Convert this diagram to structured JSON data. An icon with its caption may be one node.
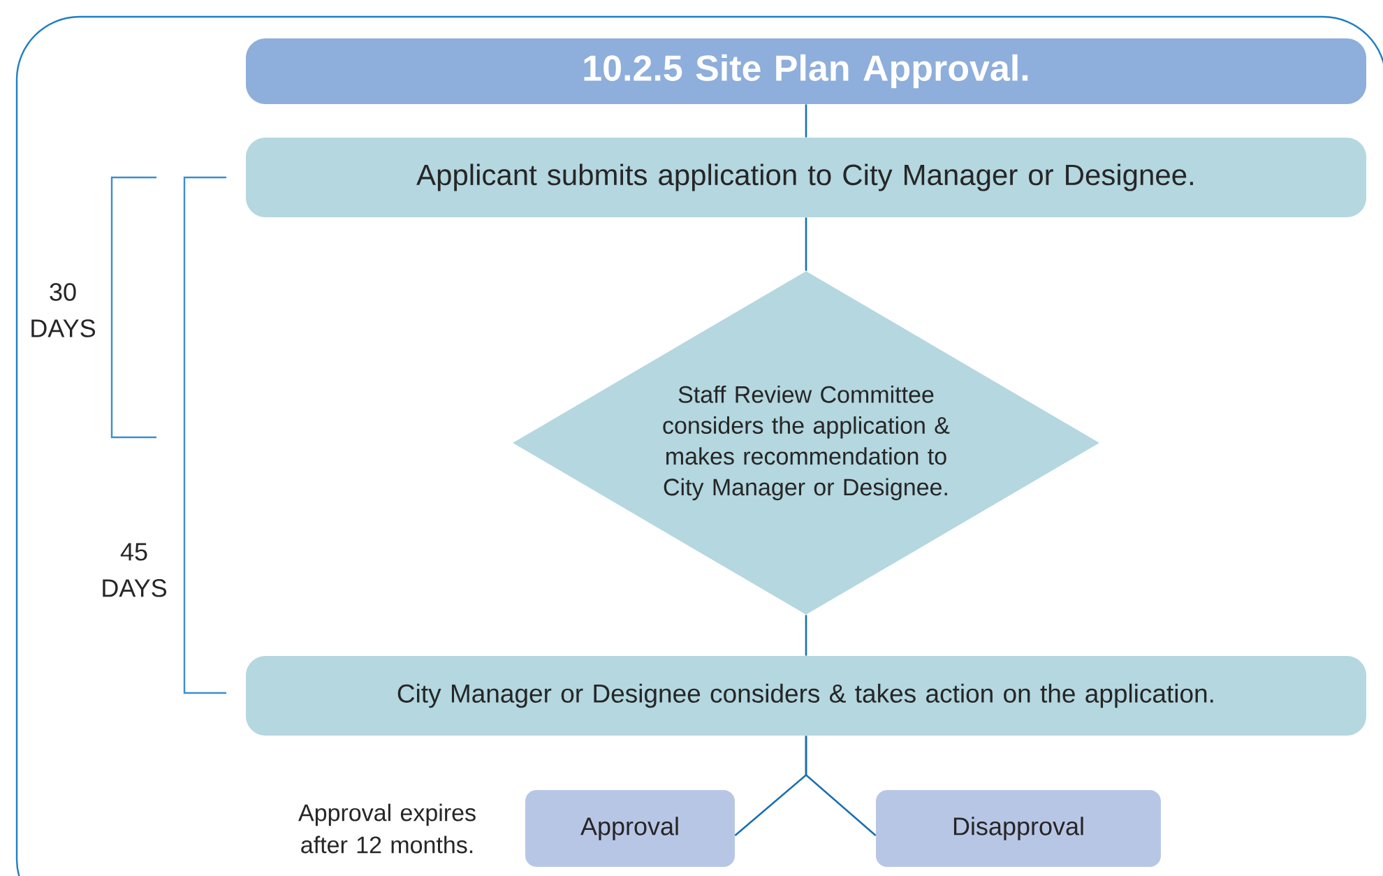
{
  "diagram": {
    "nodes": [
      {
        "text": [
          "10.2.5 Site Plan Approval."
        ]
      },
      {
        "text": [
          "Applicant submits application to City Manager or Designee."
        ]
      },
      {
        "text": [
          "Staff Review Committee considers the application & makes recommendation to City Manager or Designee."
        ]
      },
      {
        "text": [
          "City Manager or Designee considers & takes action on the application."
        ]
      },
      {
        "text": [
          "Approval"
        ],
        "beside": [
          "Approval expires after 12 months."
        ]
      },
      {
        "text": [
          "Disapproval"
        ]
      }
    ],
    "edges": [
      {
        "from": 0,
        "to": 1,
        "arrow": "none"
      },
      {
        "from": 1,
        "to": 2,
        "arrow": "none"
      },
      {
        "from": 2,
        "to": 3,
        "arrow": "none"
      },
      {
        "from": 3,
        "to": 4,
        "arrow": "none"
      },
      {
        "from": 3,
        "to": 5,
        "arrow": "none"
      }
    ],
    "labels": [
      "30 DAYS",
      "45 DAYS"
    ]
  }
}
